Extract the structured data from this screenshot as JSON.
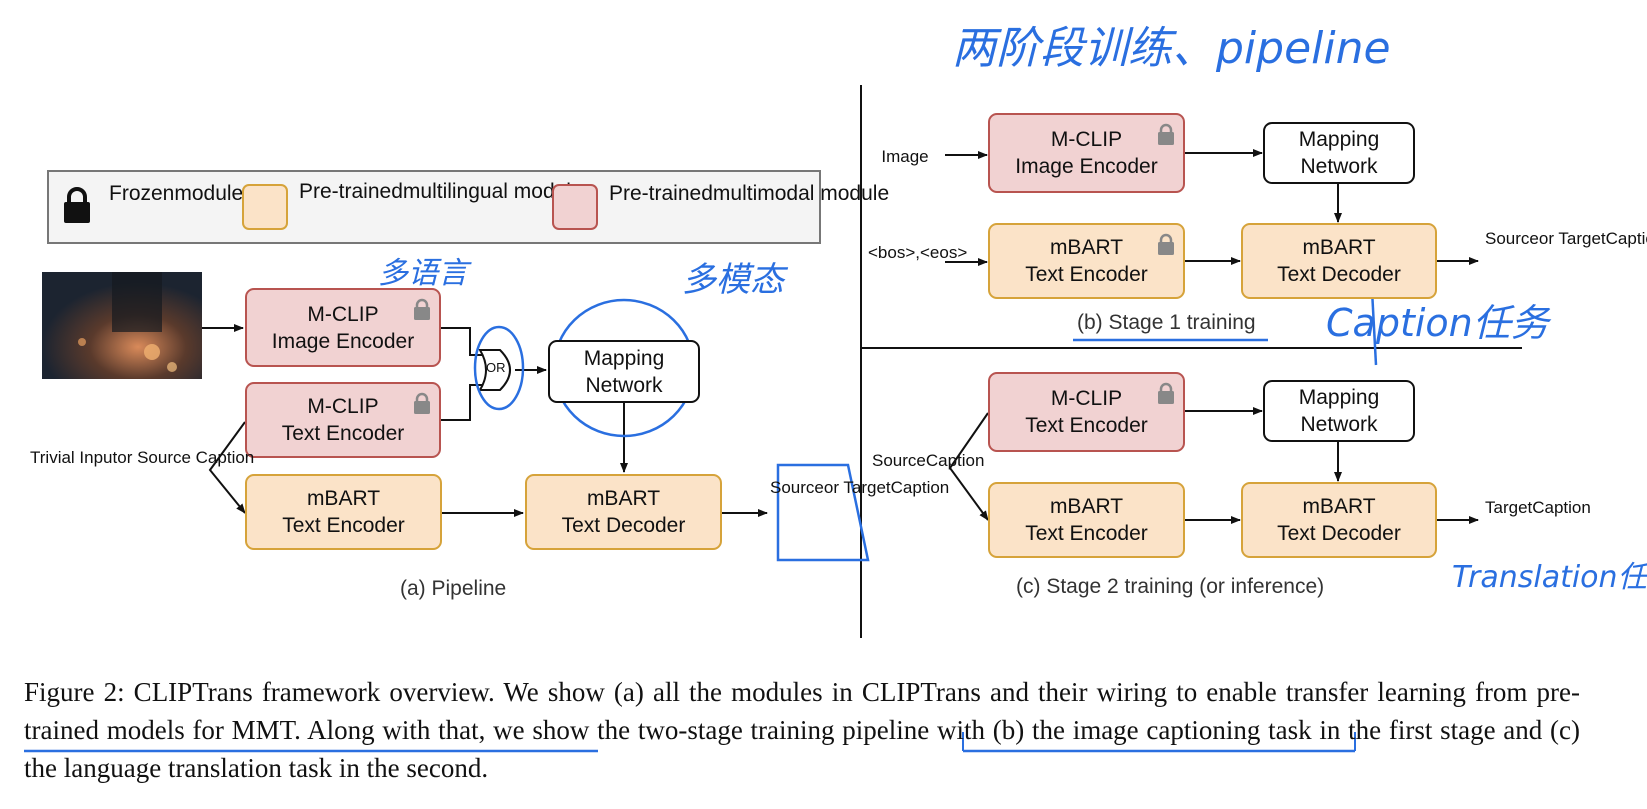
{
  "legend": {
    "frozen": [
      "Frozen",
      "module"
    ],
    "multilingual": [
      "Pre-trained",
      "multilingual module"
    ],
    "multimodal": [
      "Pre-trained",
      "multimodal module"
    ]
  },
  "pipeline": {
    "image_encoder": [
      "M-CLIP",
      "Image Encoder"
    ],
    "text_encoder": [
      "M-CLIP",
      "Text Encoder"
    ],
    "mbart_encoder": [
      "mBART",
      "Text Encoder"
    ],
    "mapping": [
      "Mapping",
      "Network"
    ],
    "mbart_decoder": [
      "mBART",
      "Text Decoder"
    ],
    "or_label": "OR",
    "trivial_input": [
      "Trivial Input",
      "or Source Caption"
    ],
    "output": [
      "Source",
      "or Target",
      "Caption"
    ],
    "subtitle": "(a) Pipeline"
  },
  "stage1": {
    "image_label": "Image",
    "bos_eos": [
      "<bos>,",
      "<eos>"
    ],
    "image_encoder": [
      "M-CLIP",
      "Image Encoder"
    ],
    "mapping": [
      "Mapping",
      "Network"
    ],
    "mbart_encoder": [
      "mBART",
      "Text Encoder"
    ],
    "mbart_decoder": [
      "mBART",
      "Text Decoder"
    ],
    "output": [
      "Source",
      "or Target",
      "Caption"
    ],
    "subtitle": "(b) Stage 1 training"
  },
  "stage2": {
    "source_caption": [
      "Source",
      "Caption"
    ],
    "text_encoder": [
      "M-CLIP",
      "Text Encoder"
    ],
    "mapping": [
      "Mapping",
      "Network"
    ],
    "mbart_encoder": [
      "mBART",
      "Text Encoder"
    ],
    "mbart_decoder": [
      "mBART",
      "Text Decoder"
    ],
    "output": [
      "Target",
      "Caption"
    ],
    "subtitle": "(c) Stage 2 training (or inference)"
  },
  "caption_text": "Figure 2: CLIPTrans framework overview. We show (a) all the modules in CLIPTrans and their wiring to enable transfer learning from pre-trained models for MMT. Along with that, we show the two-stage training pipeline with (b) the image captioning task in the first stage and (c) the language translation task in the second.",
  "annotations": {
    "top": "两阶段训练、pipeline",
    "multilingual": "多语言",
    "multimodal": "多模态",
    "caption_task": "Caption任务",
    "translation_task": "Translation任务"
  },
  "colors": {
    "pink_fill": "#f1d2d2",
    "pink_border": "#b85450",
    "beige_fill": "#fbe3c8",
    "beige_border": "#d6a33a",
    "annotation_blue": "#2a6fe0"
  }
}
